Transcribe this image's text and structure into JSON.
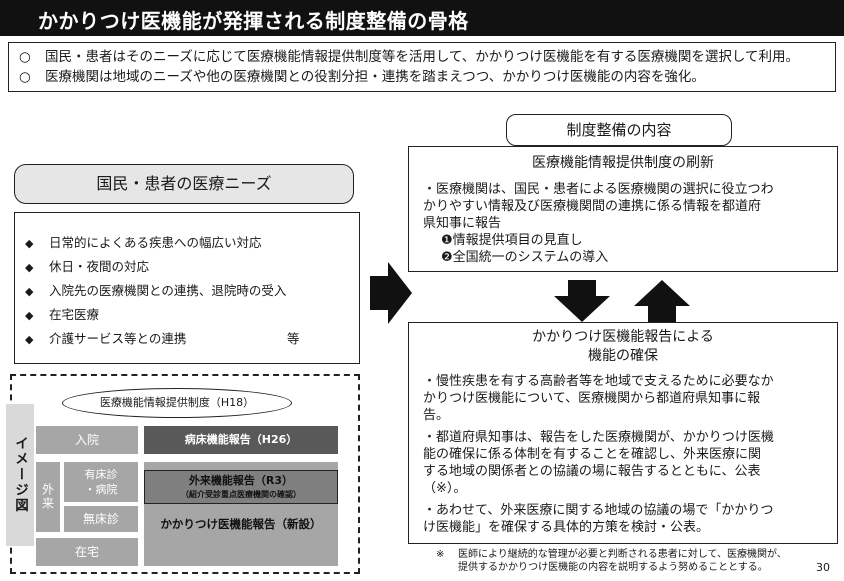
{
  "title": "かかりつけ医機能が発揮される制度整備の骨格",
  "intro": [
    {
      "mark": "○",
      "text": "国民・患者はそのニーズに応じて医療機能情報提供制度等を活用して、かかりつけ医機能を有する医療機関を選択して利用。"
    },
    {
      "mark": "○",
      "text": "医療機関は地域のニーズや他の医療機関との役割分担・連携を踏まえつつ、かかりつけ医機能の内容を強化。"
    }
  ],
  "left": {
    "header": "国民・患者の医療ニーズ",
    "needs": [
      {
        "bullet": "◆",
        "text": "日常的によくある疾患への幅広い対応"
      },
      {
        "bullet": "◆",
        "text": "休日・夜間の対応"
      },
      {
        "bullet": "◆",
        "text": "入院先の医療機関との連携、退院時の受入"
      },
      {
        "bullet": "◆",
        "text": "在宅医療"
      },
      {
        "bullet": "◆",
        "text": "介護サービス等との連携"
      }
    ],
    "needs_suffix": "等"
  },
  "image": {
    "label": "イメージ図",
    "system": "医療機能情報提供制度（H18）",
    "nyuin": "入院",
    "gairai": "外来",
    "yushou": [
      "有床診",
      "・病院"
    ],
    "mushou": "無床診",
    "zaitaku": "在宅",
    "byoushou_report": "病床機能報告（H26）",
    "gairai_report": "外来機能報告（R3）",
    "gairai_report_sub": "（紹介受診重点医療機関の確認）",
    "kakaritsuke_report": "かかりつけ医機能報告（新設）"
  },
  "right": {
    "header": "制度整備の内容",
    "refresh": {
      "heading": "医療機能情報提供制度の刷新",
      "lines": [
        "・医療機関は、国民・患者による医療機関の選択に役立つわ",
        "かりやすい情報及び医療機関間の連携に係る情報を都道府",
        "県知事に報告"
      ],
      "items": [
        "❶情報提供項目の見直し",
        "❷全国統一のシステムの導入"
      ]
    },
    "kakari": {
      "heading": [
        "かかりつけ医機能報告による",
        "機能の確保"
      ],
      "paras": [
        [
          "・慢性疾患を有する高齢者等を地域で支えるために必要なか",
          "かりつけ医機能について、医療機関から都道府県知事に報",
          "告。"
        ],
        [
          "・都道府県知事は、報告をした医療機関が、かかりつけ医機",
          "能の確保に係る体制を有することを確認し、外来医療に関",
          "する地域の関係者との協議の場に報告するとともに、公表",
          "（※）。"
        ],
        [
          "・あわせて、外来医療に関する地域の協議の場で「かかりつ",
          "け医機能」を確保する具体的方策を検討・公表。"
        ]
      ]
    }
  },
  "footnote": {
    "mark": "※",
    "lines": [
      "医師により継続的な管理が必要と判断される患者に対して、医療機関が、",
      "提供するかかりつけ医機能の内容を説明するよう努めることとする。"
    ]
  },
  "page_number": "30",
  "colors": {
    "title_bg": "#111111",
    "header_gray": "#e6e6e6",
    "cell_gray": "#a6a6a6",
    "cell_dark": "#595959",
    "cell_mid": "#7f7f7f",
    "arrow": "#111111"
  }
}
